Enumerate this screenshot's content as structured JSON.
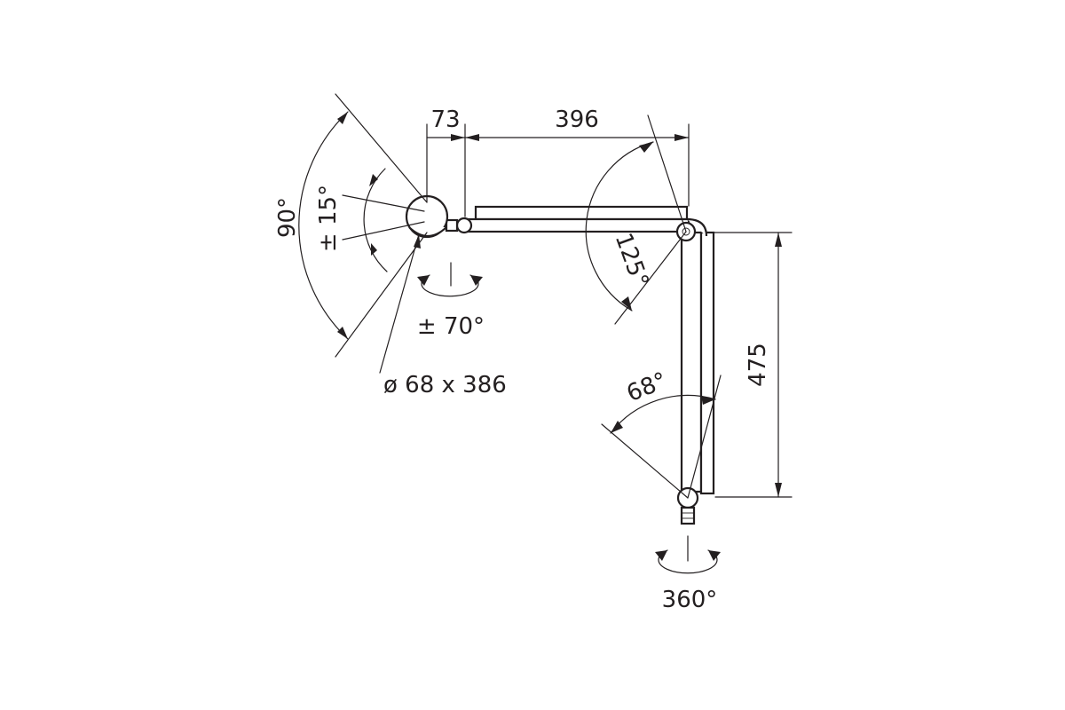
{
  "diagram": {
    "dimensions": {
      "offset_length": "73",
      "arm_length": "396",
      "column_height": "475",
      "head_size": "ø 68 x 386"
    },
    "angles": {
      "head_tilt": "90°",
      "head_pivot": "± 15°",
      "head_rotation": "± 70°",
      "elbow": "125°",
      "base_tilt": "68°",
      "base_rotation": "360°"
    },
    "colors": {
      "line": "#231f20",
      "background": "#ffffff"
    }
  }
}
